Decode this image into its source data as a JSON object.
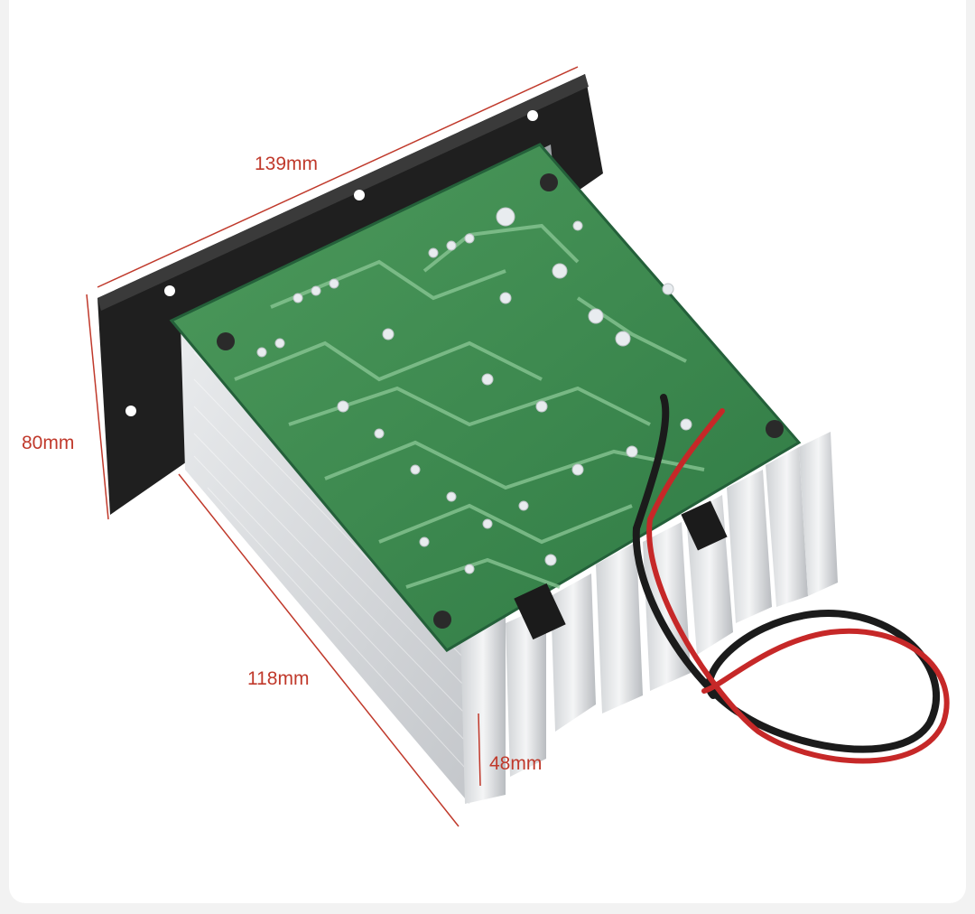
{
  "dimensions": {
    "width": "139mm",
    "height": "80mm",
    "depth": "118mm",
    "fin_height": "48mm"
  },
  "colors": {
    "dimension_line": "#c0392b",
    "pcb": "#3f8a50",
    "heatsink": "#e4e6e8",
    "panel": "#1f1f1f"
  }
}
